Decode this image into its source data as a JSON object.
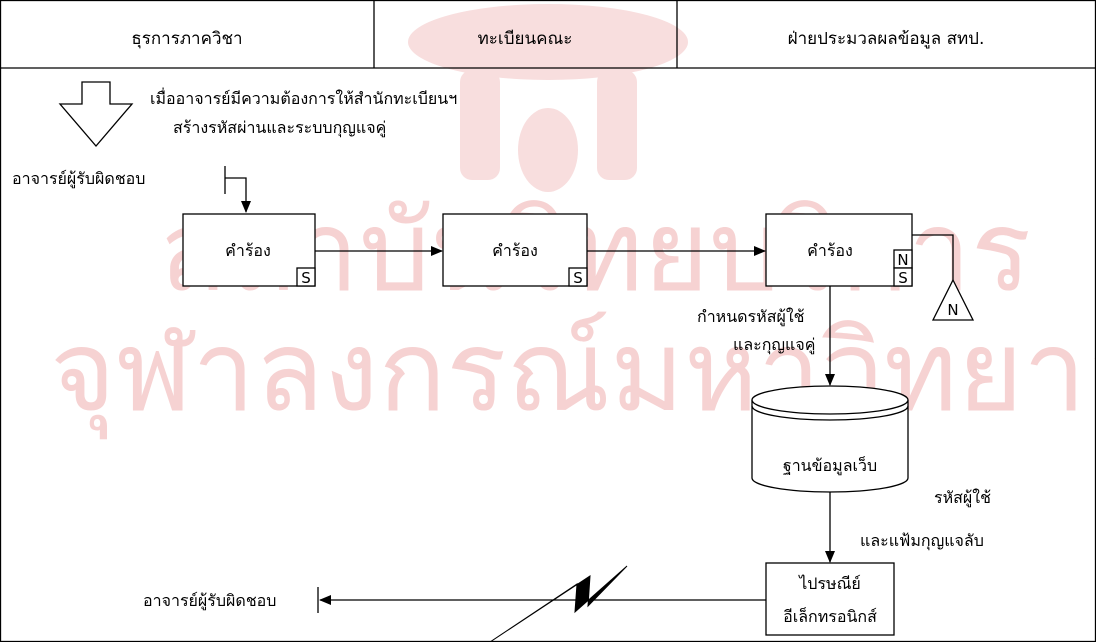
{
  "columns": [
    "ธุรการภาควิชา",
    "ทะเบียนคณะ",
    "ฝ่ายประมวลผลข้อมูล สทป."
  ],
  "trigger": {
    "line1": "เมื่ออาจารย์มีความต้องการให้สำนักทะเบียนฯ",
    "line2": "สร้างรหัสผ่านและระบบกุญแจคู่"
  },
  "actor_top": "อาจารย์ผู้รับผิดชอบ",
  "actor_bottom": "อาจารย์ผู้รับผิดชอบ",
  "documents": [
    {
      "label": "คำร้อง",
      "marks": [
        "S"
      ]
    },
    {
      "label": "คำร้อง",
      "marks": [
        "S"
      ]
    },
    {
      "label": "คำร้อง",
      "marks": [
        "N",
        "S"
      ]
    }
  ],
  "file_marker": "N",
  "process_note": {
    "line1": "กำหนดรหัสผู้ใช้",
    "line2": "และกุญแจคู่"
  },
  "database": {
    "label": "ฐานข้อมูลเว็บ"
  },
  "output_note": {
    "line1": "รหัสผู้ใช้",
    "line2": "และแฟ้มกุญแจลับ"
  },
  "email": {
    "line1": "ไปรษณีย์",
    "line2": "อีเล็กทรอนิกส์"
  },
  "watermark": {
    "line1": "สถาบันวิทยบริการ",
    "line2": "จุฬาลงกรณ์มหาวิทยาลัย"
  }
}
